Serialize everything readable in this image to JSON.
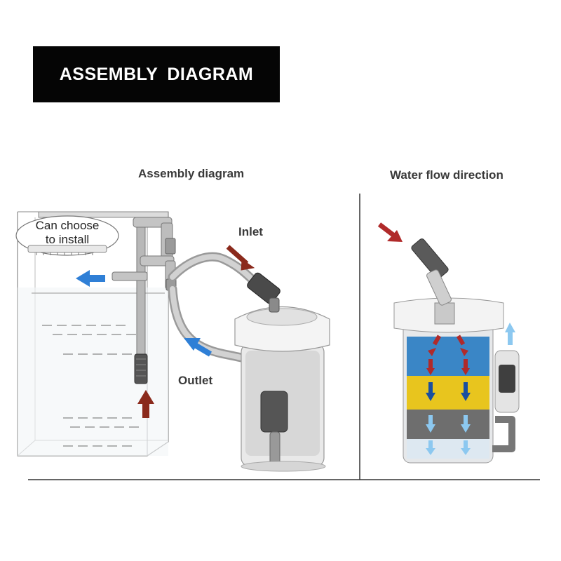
{
  "banner": {
    "title": "ASSEMBLY  DIAGRAM"
  },
  "assembly": {
    "title": "Assembly diagram",
    "callout_line1": "Can choose",
    "callout_line2": "to install",
    "inlet_label": "Inlet",
    "outlet_label": "Outlet"
  },
  "flow": {
    "title": "Water flow direction",
    "layers": [
      "blue",
      "yellow",
      "gray"
    ]
  },
  "colors": {
    "banner_bg": "#050505",
    "inlet_arrow": "#8b2a1c",
    "outlet_arrow": "#2f7fd6",
    "layer_blue": "#3a86c6",
    "layer_yellow": "#e8c51e",
    "layer_gray": "#6e6e6e",
    "light_flow": "#8cc8f0"
  }
}
